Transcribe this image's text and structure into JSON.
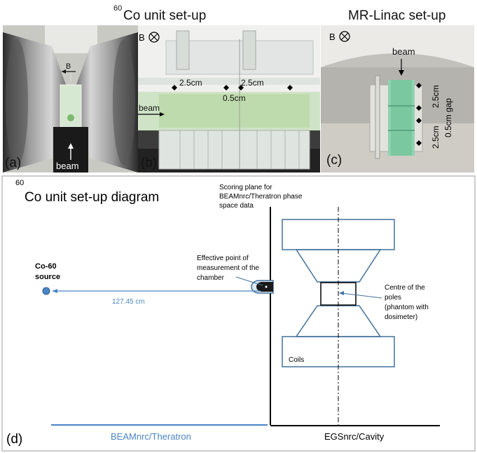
{
  "top_titles": {
    "co_superscript": "60",
    "co_title": "Co unit set-up",
    "mr_title": "MR-Linac set-up"
  },
  "panel_a": {
    "label": "(a)",
    "b_label": "B",
    "beam_label": "beam"
  },
  "panel_b": {
    "label": "(b)",
    "b_label": "B",
    "beam_label": "beam",
    "dim_left": "2.5cm",
    "dim_right": "2.5cm",
    "dim_gap": "0.5cm"
  },
  "panel_c": {
    "label": "(c)",
    "b_label": "B",
    "beam_label": "beam",
    "dim_top": "2.5cm",
    "dim_bottom": "2.5cm",
    "dim_gap": "0.5cm gap"
  },
  "panel_d": {
    "label": "(d)",
    "title_superscript": "60",
    "title": "Co unit set-up diagram",
    "source_label_1": "Co-60",
    "source_label_2": "source",
    "distance_label": "127.45 cm",
    "scoring_plane_lines": [
      "Scoring plane for",
      "BEAMnrc/Theratron phase",
      "space data"
    ],
    "measurement_point_lines": [
      "Effective point of",
      "measurement of the",
      "chamber"
    ],
    "centre_lines": [
      "Centre of the",
      "poles",
      "(phantom with",
      "dosimeter)"
    ],
    "coils_label": "Coils",
    "beamnrc_label": "BEAMnrc/Theratron",
    "egsnrc_label": "EGSnrc/Cavity"
  },
  "colors": {
    "diagram_blue": "#41719C",
    "label_blue": "#4A86C5",
    "frame_gray": "#999999"
  }
}
